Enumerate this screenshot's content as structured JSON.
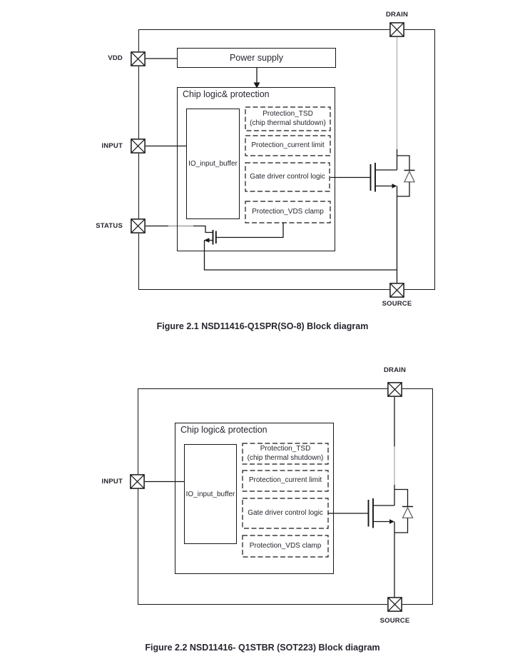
{
  "colors": {
    "line": "#161616",
    "gray_line": "#aeaeae",
    "text": "#26262f",
    "background": "#ffffff"
  },
  "diagram1": {
    "caption": "Figure 2.1 NSD11416-Q1SPR(SO-8) Block diagram",
    "pin_vdd": "VDD",
    "pin_input": "INPUT",
    "pin_status": "STATUS",
    "pin_drain": "DRAIN",
    "pin_source": "SOURCE",
    "power_supply_label": "Power supply",
    "chip_title": "Chip logic& protection",
    "io_buffer_label": "IO_input_buffer",
    "tsd_line1": "Protection_TSD",
    "tsd_line2": "(chip thermal shutdown)",
    "current_limit_label": "Protection_current limit",
    "gate_driver_label": "Gate driver control logic",
    "vds_clamp_label": "Protection_VDS clamp"
  },
  "diagram2": {
    "caption": "Figure 2.2 NSD11416- Q1STBR (SOT223) Block diagram",
    "pin_input": "INPUT",
    "pin_drain": "DRAIN",
    "pin_source": "SOURCE",
    "chip_title": "Chip logic& protection",
    "io_buffer_label": "IO_input_buffer",
    "tsd_line1": "Protection_TSD",
    "tsd_line2": "(chip thermal shutdown)",
    "current_limit_label": "Protection_current limit",
    "gate_driver_label": "Gate driver control logic",
    "vds_clamp_label": "Protection_VDS clamp"
  }
}
